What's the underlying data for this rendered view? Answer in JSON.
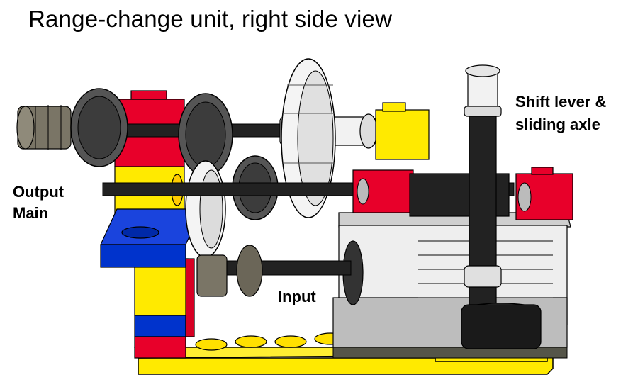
{
  "title": "Range-change unit, right side view",
  "labels": {
    "shift_line1": "Shift lever &",
    "shift_line2": "sliding axle",
    "output_line1": "Output",
    "output_line2": "Main",
    "input": "Input"
  },
  "colors": {
    "red": "#e8002a",
    "yellow": "#ffea00",
    "blue": "#0033cc",
    "black": "#1a1a1a",
    "dark_gray": "#4a4a42",
    "light_gray": "#e6e6e6",
    "white": "#ffffff",
    "tan": "#a39d88"
  }
}
